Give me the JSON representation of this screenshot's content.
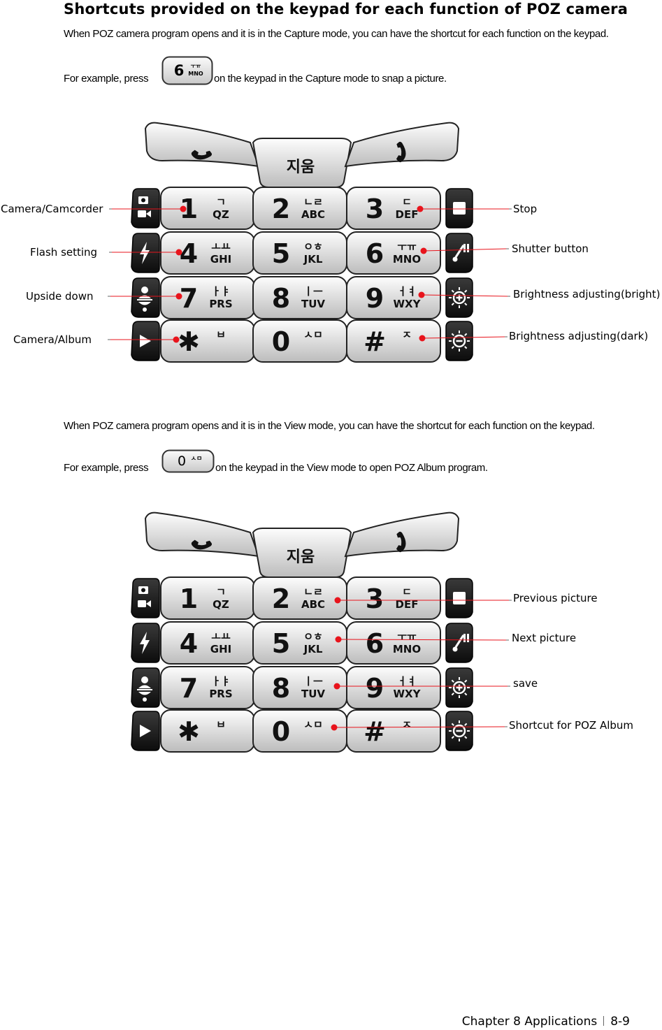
{
  "page": {
    "title": "Shortcuts provided on the keypad for each function of POZ camera",
    "footer": {
      "chapter": "Chapter 8 Applications",
      "page_number": "8-9"
    }
  },
  "capture_section": {
    "intro": "When POZ camera program opens and it is in the Capture mode, you can have the shortcut for each function on the keypad.",
    "example_prefix": "For example, press",
    "example_suffix": "on the keypad in the Capture mode to snap a picture.",
    "example_key": {
      "num": "6",
      "kr": "ㅜㅠ",
      "en": "MNO"
    },
    "labels": {
      "camera_camcorder": "Camera/Camcorder",
      "flash_setting": "Flash setting",
      "upside_down": "Upside down",
      "camera_album": "Camera/Album",
      "stop": "Stop",
      "shutter_button": "Shutter button",
      "brightness_bright": "Brightness adjusting(bright)",
      "brightness_dark": "Brightness adjusting(dark)"
    }
  },
  "view_section": {
    "intro": "When POZ camera program opens and it is in the View mode, you can have the shortcut for each function on the keypad.",
    "example_prefix": "For example, press",
    "example_suffix": "on the keypad in the View mode to open POZ Album program.",
    "example_key": {
      "num": "0",
      "kr": "ㅅㅁ",
      "en": ""
    },
    "labels": {
      "previous_picture": "Previous picture",
      "next_picture": "Next picture",
      "save": "save",
      "shortcut_poz_album": "Shortcut for POZ Album"
    }
  },
  "keypad": {
    "clear_key": "지움",
    "number_keys": [
      [
        {
          "num": "1",
          "kr": "ㄱ",
          "en": "QZ"
        },
        {
          "num": "2",
          "kr": "ㄴㄹ",
          "en": "ABC"
        },
        {
          "num": "3",
          "kr": "ㄷ",
          "en": "DEF"
        }
      ],
      [
        {
          "num": "4",
          "kr": "ㅗㅛ",
          "en": "GHI"
        },
        {
          "num": "5",
          "kr": "ㅇㅎ",
          "en": "JKL"
        },
        {
          "num": "6",
          "kr": "ㅜㅠ",
          "en": "MNO"
        }
      ],
      [
        {
          "num": "7",
          "kr": "ㅏㅑ",
          "en": "PRS"
        },
        {
          "num": "8",
          "kr": "ㅣㅡ",
          "en": "TUV"
        },
        {
          "num": "9",
          "kr": "ㅓㅕ",
          "en": "WXY"
        }
      ],
      [
        {
          "num": "✱",
          "kr": "ㅂ",
          "en": ""
        },
        {
          "num": "0",
          "kr": "ㅅㅁ",
          "en": ""
        },
        {
          "num": "#",
          "kr": "ㅈ",
          "en": ""
        }
      ]
    ],
    "left_icons": [
      "camera-camcorder-icon",
      "flash-icon",
      "person-flip-icon",
      "play-icon"
    ],
    "right_icons": [
      "stop-icon",
      "shutter-icon",
      "sun-plus-icon",
      "sun-minus-icon"
    ],
    "accent_color": "#e8141c"
  }
}
